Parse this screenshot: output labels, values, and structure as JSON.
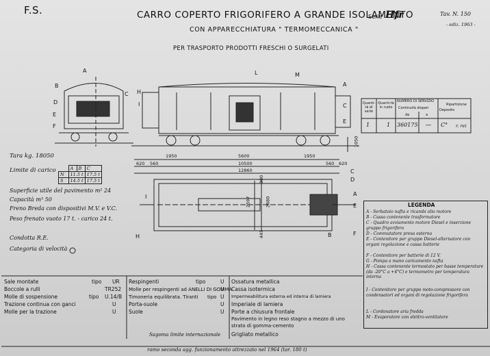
{
  "header": {
    "fs": "F.S.",
    "title": "CARRO COPERTO FRIGORIFERO A GRANDE ISOLAMENTO",
    "serie_prefix": "Serie",
    "serie": "Hfr",
    "tav": "Tav. N. 150",
    "date": "- ediz. 1963 -",
    "subtitle": "CON APPARECCHIATURA \" TERMOMECCANICA \"",
    "purpose": "PER TRASPORTO PRODOTTI FRESCHI O SURGELATI"
  },
  "drawing_labels": {
    "A": "A",
    "B": "B",
    "C": "C",
    "D": "D",
    "E": "E",
    "F": "F",
    "H": "H",
    "I": "I",
    "L": "L",
    "M": "M"
  },
  "dimensions": {
    "d1950a": "1950",
    "d5600": "5600",
    "d1950b": "1950",
    "d620": "620",
    "d560": "560",
    "d10500": "10500",
    "d560b": "560",
    "d620b": "620",
    "d12860": "12860",
    "d1050": "1050",
    "d2597": "2597",
    "d2880": "2880",
    "d445": "445",
    "d300": "300"
  },
  "specs": {
    "tara": "Tara kg. 18050",
    "limite": "Limite di carico",
    "load_table": {
      "h": [
        "A",
        "B",
        "C"
      ],
      "r1": [
        "N",
        "11.5 t",
        "17.5 t"
      ],
      "r2": [
        "S",
        "14.5 t",
        "17.5 t"
      ]
    },
    "superficie": "Superficie utile del pavimento m² 24",
    "capacita": "Capacità m³ 50",
    "freno": "Freno Breda con dispositivi M.V. e V.C.",
    "peso": "Peso frenato vuoto 17 t. - carico 24 t.",
    "condotta": "Condotta R.E.",
    "categoria": "Categoria di velocità"
  },
  "service_table": {
    "h1": "Quanti-tà di serie",
    "h2": "Quanti-tà in ruolo",
    "h3": "NUMERO DI SERVIZIO",
    "h3a": "Continuità dispari",
    "h3b": "da",
    "h3c": "a",
    "h4": "Deposito",
    "h5": "Ripartizione",
    "row": [
      "1",
      "1",
      "360175",
      "—",
      "C°",
      "r. rei"
    ]
  },
  "legend": {
    "title": "LEGENDA",
    "items": [
      "A - Serbatoio nafta e ricambi olio motore",
      "B - Cassa contenente trasformatore",
      "C - Quadro avviamento motore Diesel e inserzione gruppo frigorifero",
      "D - Commutatore presa esterna",
      "E - Contenitore per gruppo Diesel-alternatore con organi regolazione e cassa batterie",
      "F - Contenitore per batterie di 12 V.",
      "G - Pompa a mano caricamento nafta",
      "H - Cassa contenente termostato per basse temperature (da -20°C a +4°C) e termometro per temperatura interna",
      "I - Contenitore per gruppo moto-compressore con condensatori ed organi di regolazione frigorifera",
      "L - Cordonatore aria fredda",
      "M - Evaporatore con elettro-ventilatore"
    ]
  },
  "bottom_left": {
    "rows": [
      {
        "label": "Sale montate",
        "tipo": "tipo",
        "val": "UR"
      },
      {
        "label": "Boccole a rulli",
        "tipo": "",
        "val": "TR252"
      },
      {
        "label": "Molle di sospensione",
        "tipo": "tipo",
        "val": "U.14/B"
      },
      {
        "label": "Trazione continua con ganci",
        "tipo": "",
        "val": "U"
      },
      {
        "label": "Molle per la trazione",
        "tipo": "",
        "val": "U"
      }
    ]
  },
  "bottom_mid": {
    "rows": [
      {
        "label": "Respingenti",
        "tipo": "tipo",
        "val": "U"
      },
      {
        "label": "Molle per respingenti ad ANELLI DI GOMMA",
        "tipo": "",
        "val": "U"
      },
      {
        "label": "Timoneria equilibrata. Tiranti",
        "tipo": "tipo",
        "val": "U"
      },
      {
        "label": "Porta-suole",
        "tipo": "",
        "val": "U"
      },
      {
        "label": "Suole",
        "tipo": "",
        "val": "U"
      }
    ],
    "sagoma": "Sagoma limite internazionale"
  },
  "bottom_right": {
    "rows": [
      "Ossatura metallica",
      "Cassa isotermica",
      "Impermeabilitura esterna ed interna di lamiera",
      "Imperiale di lamiera",
      "Porte a chiusura frontale",
      "Pavimento in legno reso stagno a mezzo di uno strato di gomma-cemento",
      "Grigliato metallico"
    ]
  },
  "footer": {
    "note": "ramo seconda agg. funzionamento attrezzato nel 1964 (tar. 180 t)"
  }
}
